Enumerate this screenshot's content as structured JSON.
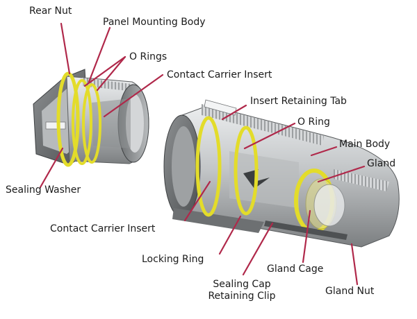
{
  "labels": {
    "rear_nut": "Rear Nut",
    "panel_mounting_body": "Panel Mounting Body",
    "o_rings": "O Rings",
    "contact_carrier_insert_top": "Contact Carrier Insert",
    "insert_retaining_tab": "Insert Retaining Tab",
    "o_ring": "O Ring",
    "main_body": "Main Body",
    "gland": "Gland",
    "sealing_washer": "Sealing Washer",
    "contact_carrier_insert_bottom": "Contact Carrier Insert",
    "locking_ring": "Locking Ring",
    "gland_cage": "Gland Cage",
    "sealing_cap_line1": "Sealing Cap",
    "sealing_cap_line2": "Retaining Clip",
    "gland_nut": "Gland Nut"
  },
  "colors": {
    "leader": "#b0284a",
    "seal_ring": "#e3dc2a",
    "metal_light": "#d9dbdc",
    "metal_mid": "#a9acae",
    "metal_dark": "#5e6163",
    "thread": "#c4c6c8"
  }
}
